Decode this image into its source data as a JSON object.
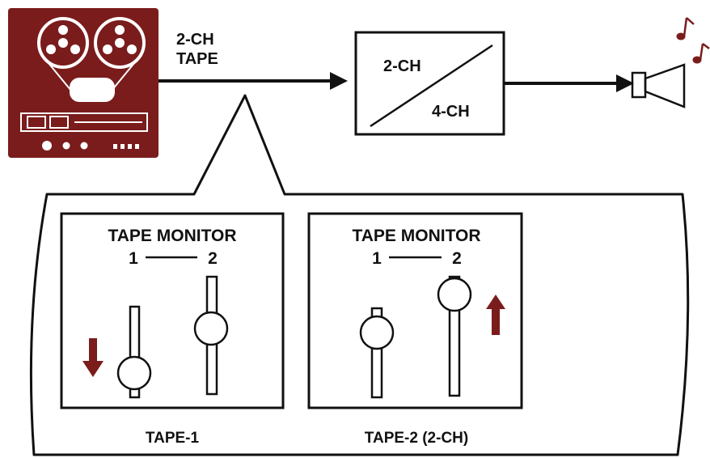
{
  "colors": {
    "accent": "#7a1c1c",
    "ink": "#111111",
    "background": "#ffffff"
  },
  "source": {
    "icon": "tape-deck-icon",
    "label_line1": "2-CH",
    "label_line2": "TAPE"
  },
  "decoder": {
    "label_top": "2-CH",
    "label_bottom": "4-CH"
  },
  "output": {
    "speaker_icon": "speaker-icon",
    "notes_icon": "music-notes-icon"
  },
  "panels": [
    {
      "title": "TAPE MONITOR",
      "pos1": "1",
      "pos2": "2",
      "caption": "TAPE-1",
      "arrow": "down-arrow-icon"
    },
    {
      "title": "TAPE MONITOR",
      "pos1": "1",
      "pos2": "2",
      "caption": "TAPE-2 (2-CH)",
      "arrow": "up-arrow-icon"
    }
  ]
}
